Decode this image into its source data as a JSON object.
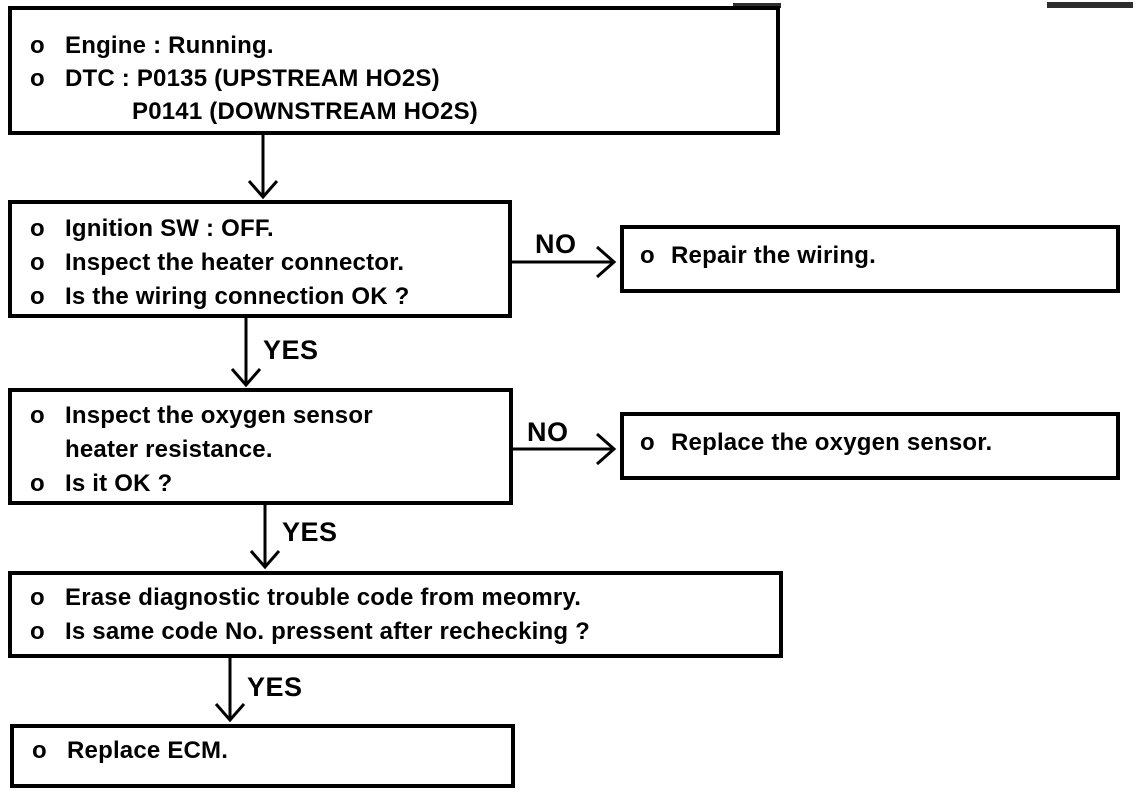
{
  "diagram": {
    "type": "flowchart",
    "title": "DTC P0135 / P0141 oxygen sensor heater diagnostic flowchart",
    "bullet": "o",
    "colors": {
      "ink": "#000000",
      "paper": "#ffffff"
    },
    "nodes": {
      "start": {
        "lines": [
          "Engine : Running.",
          "DTC : P0135 (UPSTREAM HO2S)",
          "P0141 (DOWNSTREAM HO2S)"
        ]
      },
      "check_wiring": {
        "lines": [
          "Ignition SW : OFF.",
          "Inspect the heater connector.",
          "Is the wiring connection OK ?"
        ]
      },
      "repair_wiring": {
        "lines": [
          "Repair the wiring."
        ]
      },
      "check_resistance": {
        "lines": [
          "Inspect the oxygen sensor",
          "heater resistance.",
          "Is it OK ?"
        ]
      },
      "replace_sensor": {
        "lines": [
          "Replace the oxygen sensor."
        ]
      },
      "erase_dtc": {
        "lines": [
          "Erase diagnostic trouble code from meomry.",
          "Is same code No. pressent after rechecking ?"
        ]
      },
      "replace_ecm": {
        "lines": [
          "Replace ECM."
        ]
      }
    },
    "edges": [
      {
        "from": "start",
        "to": "check_wiring",
        "label": ""
      },
      {
        "from": "check_wiring",
        "to": "repair_wiring",
        "label": "NO"
      },
      {
        "from": "check_wiring",
        "to": "check_resistance",
        "label": "YES"
      },
      {
        "from": "check_resistance",
        "to": "replace_sensor",
        "label": "NO"
      },
      {
        "from": "check_resistance",
        "to": "erase_dtc",
        "label": "YES"
      },
      {
        "from": "erase_dtc",
        "to": "replace_ecm",
        "label": "YES"
      }
    ]
  }
}
